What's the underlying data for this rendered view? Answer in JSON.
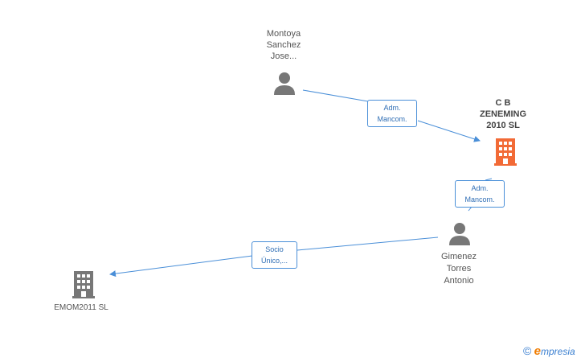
{
  "nodes": {
    "montoya": {
      "lines": [
        "Montoya",
        "Sanchez",
        "Jose..."
      ],
      "icon": "person-icon"
    },
    "cb": {
      "lines": [
        "C B",
        "ZENEMING",
        "2010 SL"
      ],
      "icon": "building-icon"
    },
    "gimenez": {
      "lines": [
        "Gimenez",
        "Torres",
        "Antonio"
      ],
      "icon": "person-icon"
    },
    "emom": {
      "lines": [
        "EMOM2011 SL"
      ],
      "icon": "building-icon"
    }
  },
  "edges": {
    "montoya_cb": [
      "Adm.",
      "Mancom."
    ],
    "gimenez_cb": [
      "Adm.",
      "Mancom."
    ],
    "gimenez_emom": [
      "Socio",
      "Único,..."
    ]
  },
  "brand": {
    "copyright": "©",
    "e": "e",
    "rest": "mpresia"
  },
  "colors": {
    "edge": "#4a8fd8",
    "person": "#777777",
    "building": "#777777",
    "focus_building": "#f26a36"
  }
}
